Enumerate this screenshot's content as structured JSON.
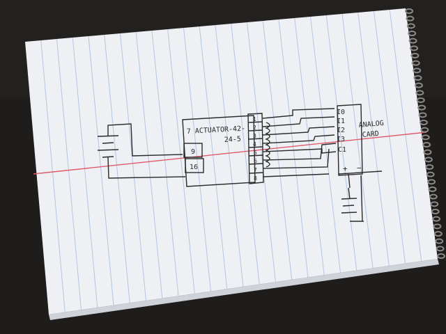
{
  "colors": {
    "table": "#1e1d1c",
    "paper": "#eef0f4",
    "rule_line": "#9fb4d8",
    "margin_line": "#e05a6a",
    "ink": "#2a2a2a",
    "spiral": "#8a8a8a"
  },
  "drawing": {
    "relay_label_line1": "7 ACTUATOR-42-",
    "relay_label_line2": "24-5",
    "relay_pin_top": "9",
    "relay_pin_bottom": "16",
    "terminal_numbers": [
      "1",
      "2",
      "3",
      "4",
      "5",
      "6",
      "7",
      "8"
    ],
    "card_inputs": [
      "I0",
      "I1",
      "I2",
      "I3",
      "C1"
    ],
    "card_title_line1": "ANALOG",
    "card_title_line2": "CARD",
    "card_plus": "+",
    "card_minus": "−"
  }
}
